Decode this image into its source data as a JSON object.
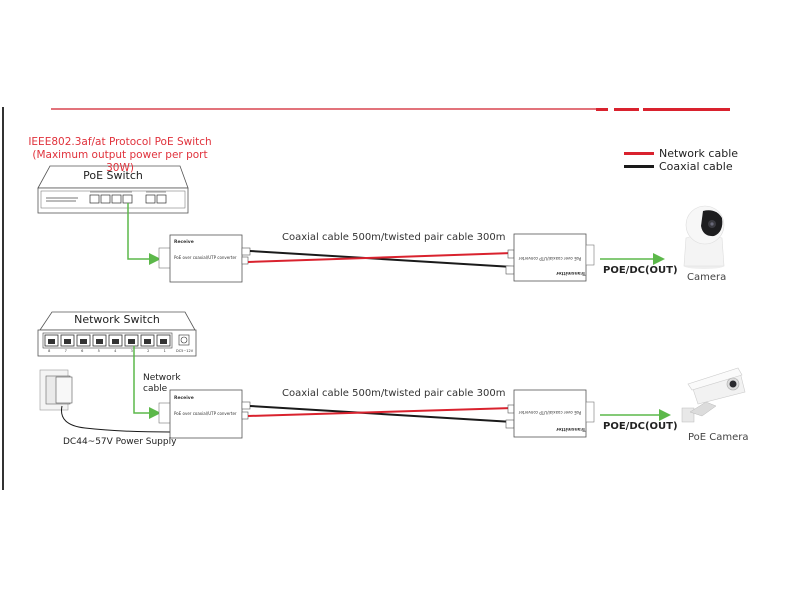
{
  "legend": {
    "items": [
      {
        "label": "Network cable",
        "color": "#d9222e"
      },
      {
        "label": "Coaxial cable",
        "color": "#1a1a1a"
      }
    ]
  },
  "top_section": {
    "switch_title_line1": "IEEE802.3af/at Protocol PoE Switch",
    "switch_title_line2": "(Maximum output power per port 30W)",
    "switch_name": "PoE Switch",
    "receiver": {
      "title": "Receive",
      "subtitle": "PoE over coaxial/UTP converter"
    },
    "cable_caption": "Coaxial cable 500m/twisted pair cable 300m",
    "transmitter": {
      "title": "Transmitter",
      "subtitle": "PoE over coaxial/UTP converter"
    },
    "output_label": "POE/DC(OUT)",
    "device_label": "Camera"
  },
  "bottom_section": {
    "switch_name": "Network Switch",
    "port_numbers": [
      "8",
      "7",
      "6",
      "5",
      "4",
      "3",
      "2",
      "1"
    ],
    "dc_port_label": "DC5~12V",
    "network_cable_label_line1": "Network",
    "network_cable_label_line2": "cable",
    "power_supply_label": "DC44~57V Power Supply",
    "receiver": {
      "title": "Receive",
      "subtitle": "PoE over coaxial/UTP converter"
    },
    "cable_caption": "Coaxial cable 500m/twisted pair cable 300m",
    "transmitter": {
      "title": "Transmitter",
      "subtitle": "PoE over coaxial/UTP converter"
    },
    "output_label": "POE/DC(OUT)",
    "device_label": "PoE Camera"
  },
  "colors": {
    "accent_red": "#d9222e",
    "arrow_green": "#5cb84a",
    "coax_black": "#1a1a1a"
  }
}
